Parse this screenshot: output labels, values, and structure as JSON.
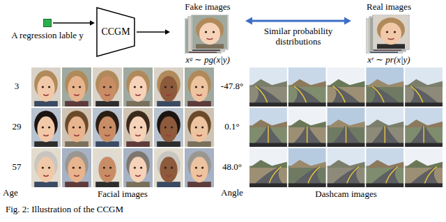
{
  "diagram": {
    "caption": "Fig. 2: Illustration of the CCGM",
    "nodes": [
      {
        "text": [
          "A regression lable y"
        ]
      },
      {
        "text": [
          "CCGM"
        ]
      },
      {
        "text": [
          "Fake images",
          "xᵍ ∼ pg(x|y)"
        ]
      },
      {
        "text": [
          "Real images",
          "xʳ ∼ pr(x|y)"
        ]
      },
      {
        "text": [
          "Facial images"
        ]
      },
      {
        "text": [
          "Dashcam images"
        ]
      }
    ],
    "edges": [
      {
        "from": 0,
        "to": 1,
        "arrow": "to"
      },
      {
        "from": 1,
        "to": 2,
        "arrow": "to"
      },
      {
        "from": 2,
        "to": 3,
        "arrow": "both",
        "label": "Similar probability distributions"
      }
    ],
    "labels": [
      "3",
      "29",
      "57",
      "Age",
      "-47.8°",
      "0.1°",
      "48.0°",
      "Angle"
    ]
  }
}
